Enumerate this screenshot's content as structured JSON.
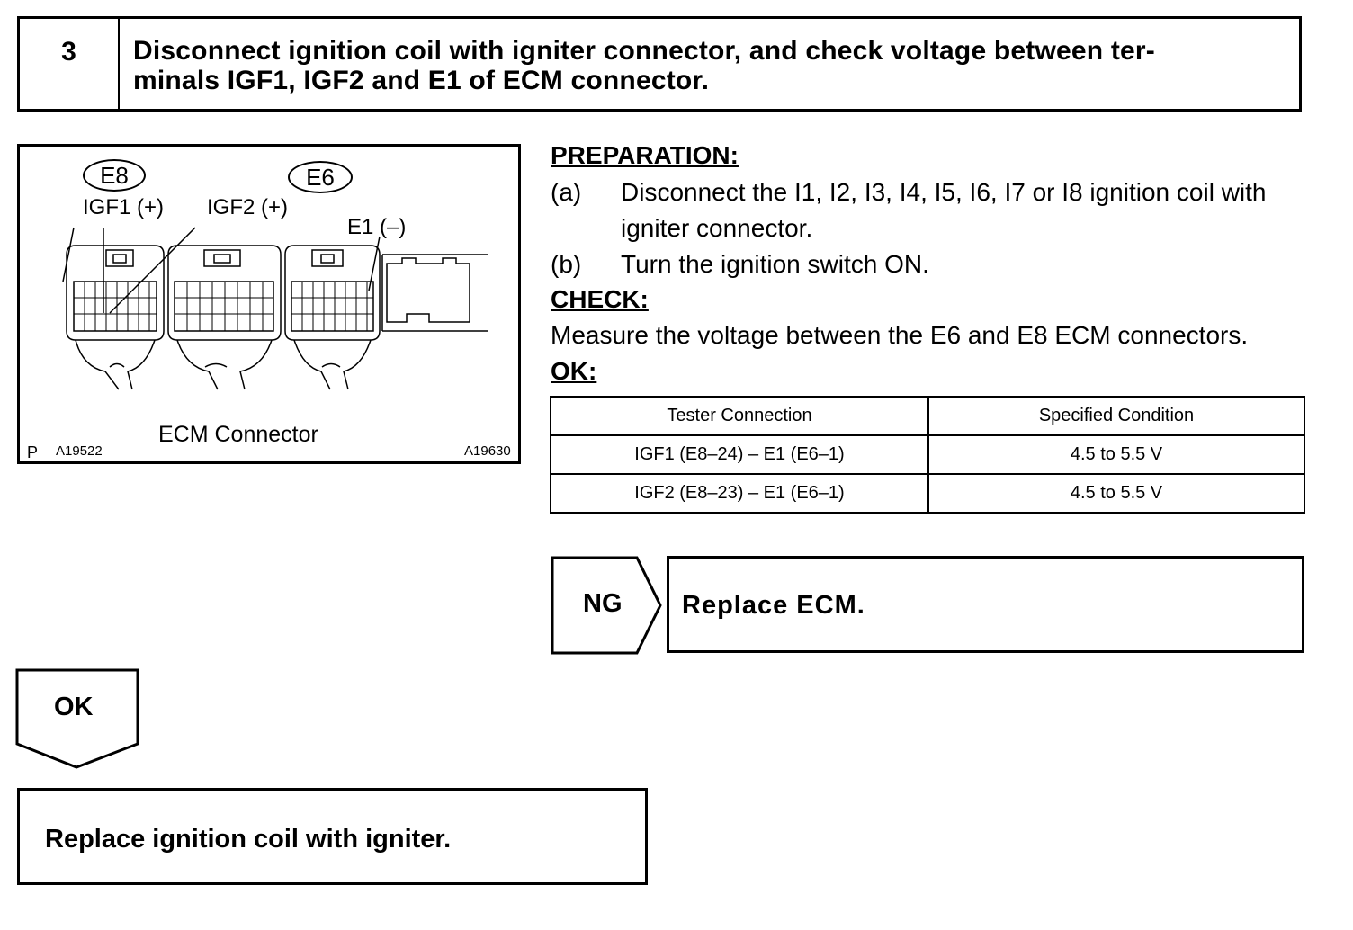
{
  "step": {
    "number": "3",
    "title_line1": "Disconnect ignition coil with igniter connector, and check voltage between ter-",
    "title_line2": "minals IGF1, IGF2 and E1 of ECM connector."
  },
  "figure": {
    "connector_e8": "E8",
    "connector_e6": "E6",
    "igf1_label": "IGF1 (+)",
    "igf2_label": "IGF2 (+)",
    "e1_label": "E1 (–)",
    "caption": "ECM Connector",
    "corner_p": "P",
    "ref_left": "A19522",
    "ref_right": "A19630"
  },
  "preparation": {
    "heading": "PREPARATION:",
    "items": [
      {
        "letter": "(a)",
        "line1": "Disconnect the I1, I2, I3, I4, I5, I6, I7 or I8 ignition coil with",
        "line2": "igniter connector."
      },
      {
        "letter": "(b)",
        "line1": "Turn the ignition switch ON."
      }
    ]
  },
  "check": {
    "heading": "CHECK:",
    "text": "Measure the voltage between the E6 and E8 ECM connectors."
  },
  "ok": {
    "heading": "OK:",
    "table": {
      "headers": [
        "Tester Connection",
        "Specified Condition"
      ],
      "rows": [
        [
          "IGF1 (E8–24) – E1 (E6–1)",
          "4.5 to 5.5 V"
        ],
        [
          "IGF2 (E8–23) – E1 (E6–1)",
          "4.5 to 5.5 V"
        ]
      ]
    }
  },
  "result_ng": {
    "label": "NG",
    "action": "Replace ECM."
  },
  "result_ok": {
    "label": "OK",
    "action": "Replace ignition coil with igniter."
  }
}
